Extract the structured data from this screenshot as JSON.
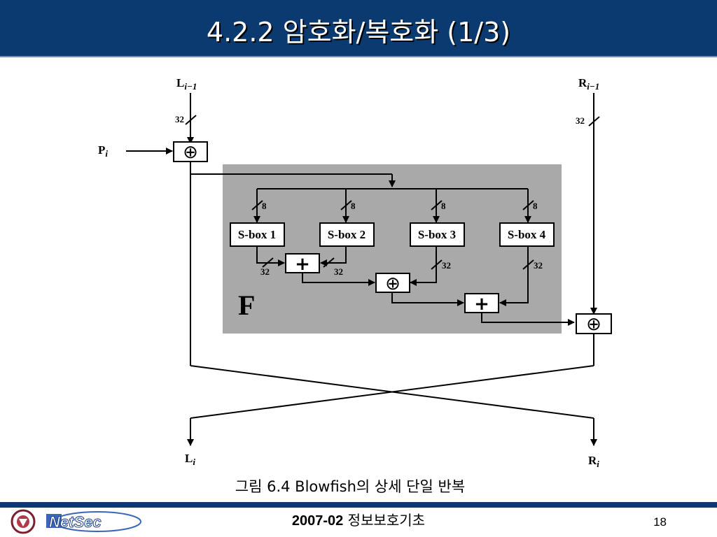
{
  "slide": {
    "title": "4.2.2 암호화/복호화 (1/3)",
    "caption": "그림 6.4 Blowfish의 상세 단일 반복",
    "footer_year": "2007-02",
    "footer_course": "정보보호기초",
    "page_number": "18"
  },
  "diagram": {
    "inputs": {
      "left_label": "L",
      "left_sub": "i−1",
      "right_label": "R",
      "right_sub": "i−1",
      "p_label": "P",
      "p_sub": "i"
    },
    "outputs": {
      "left_label": "L",
      "left_sub": "i",
      "right_label": "R",
      "right_sub": "i"
    },
    "bit_widths": {
      "left_in": "32",
      "right_in": "32",
      "sbox_in": [
        "8",
        "8",
        "8",
        "8"
      ],
      "sbox_out": [
        "32",
        "32",
        "32",
        "32"
      ]
    },
    "sboxes": [
      "S-box 1",
      "S-box 2",
      "S-box 3",
      "S-box 4"
    ],
    "function_label": "F",
    "xor_symbol": "⊕",
    "add_symbol": "+"
  },
  "logos": {
    "netsec_text": "NetSec"
  },
  "colors": {
    "header": "#0b3a70",
    "f_box_fill": "#a9a9a9"
  }
}
